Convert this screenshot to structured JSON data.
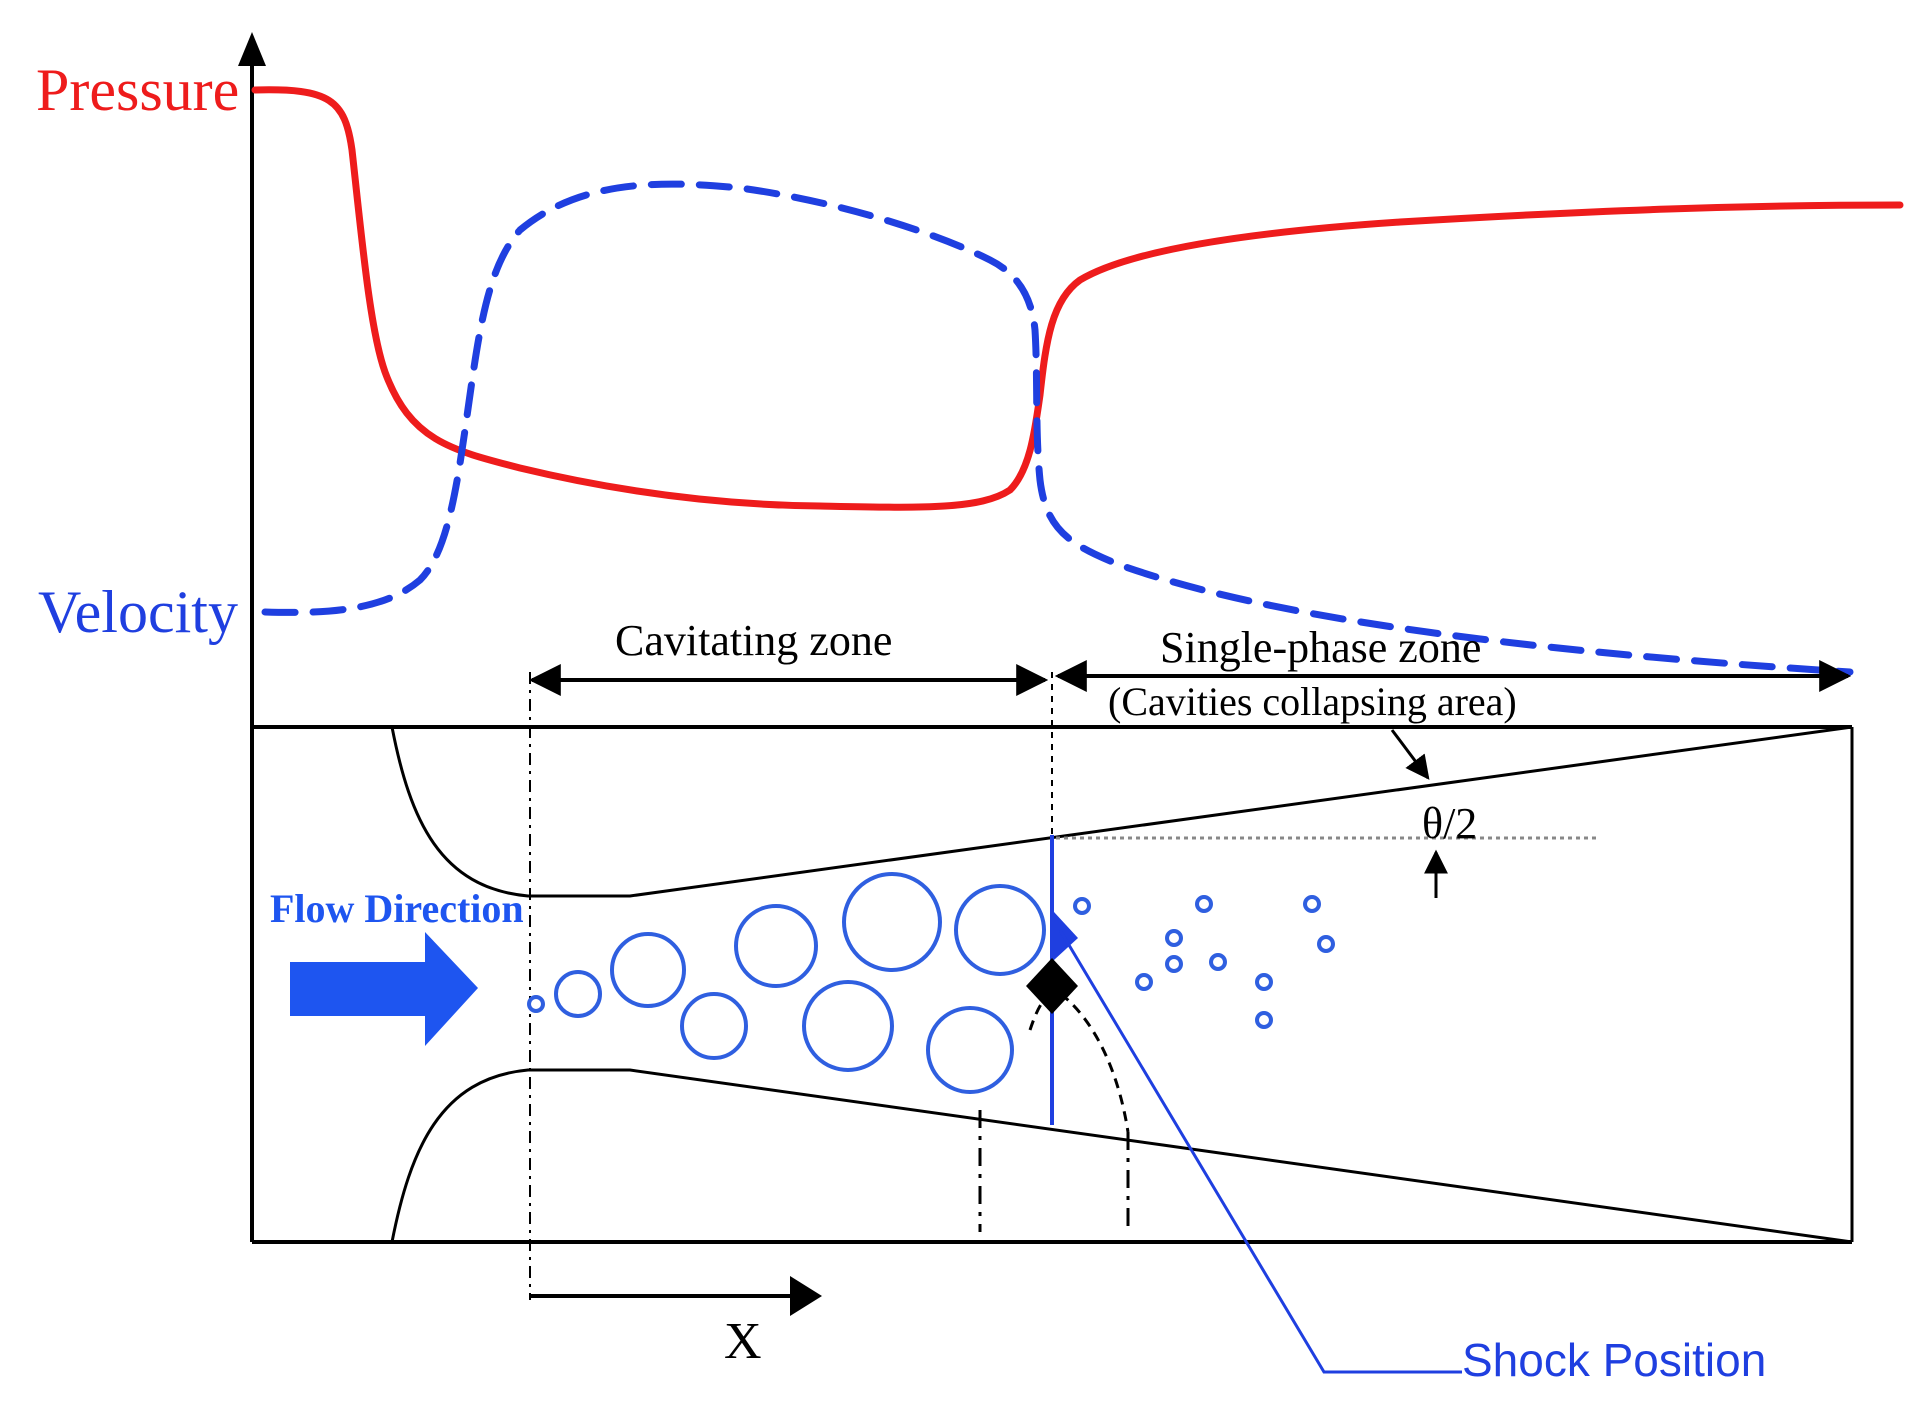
{
  "labels": {
    "pressure": "Pressure",
    "velocity": "Velocity",
    "cavitating_zone": "Cavitating zone",
    "single_phase_zone": "Single-phase zone",
    "collapsing_area": "(Cavities collapsing area)",
    "flow_direction": "Flow Direction",
    "x_axis": "X",
    "half_angle": "θ/2",
    "shock_position": "Shock Position"
  },
  "colors": {
    "pressure": "#ee1c1c",
    "velocity": "#1f3fe0",
    "bubbles": "#2f5fe0",
    "flow_arrow": "#1e55f0",
    "lines": "#000000"
  },
  "styles": {
    "pressure_line": "solid",
    "velocity_line": "dashed"
  }
}
